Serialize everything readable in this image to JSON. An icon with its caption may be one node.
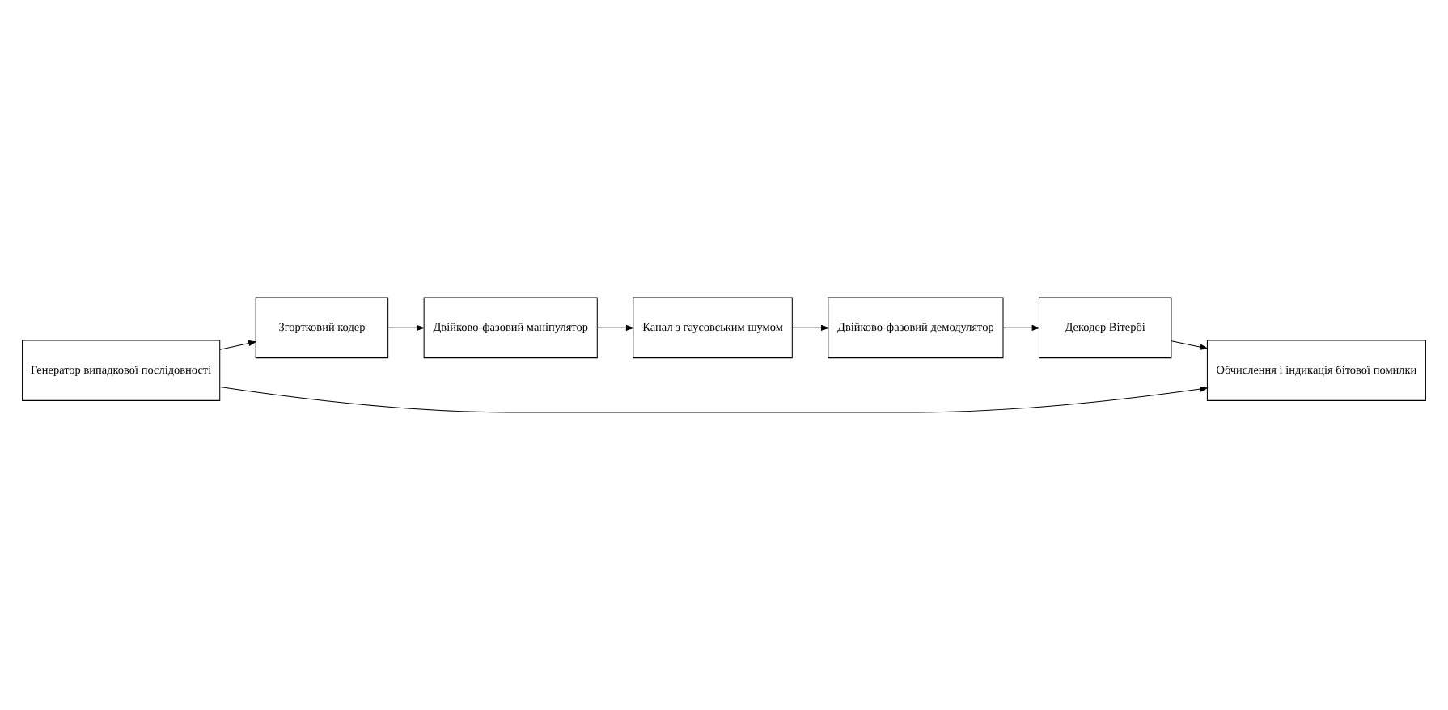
{
  "diagram": {
    "nodes": [
      {
        "text": [
          "Генератор випадкової послідовності"
        ]
      },
      {
        "text": [
          "Згортковий кодер"
        ]
      },
      {
        "text": [
          "Двійково-фазовий маніпулятор"
        ]
      },
      {
        "text": [
          "Канал з гаусовським шумом"
        ]
      },
      {
        "text": [
          "Обчислення і індикація бітової помилки"
        ]
      },
      {
        "text": [
          "Декодер Вітербі"
        ]
      },
      {
        "text": [
          "Двійково-фазовий демодулятор"
        ]
      }
    ],
    "edges": [
      {
        "from": 0,
        "to": 1,
        "arrow": "to"
      },
      {
        "from": 0,
        "to": 4,
        "arrow": "to"
      },
      {
        "from": 1,
        "to": 2,
        "arrow": "to"
      },
      {
        "from": 2,
        "to": 3,
        "arrow": "to"
      },
      {
        "from": 3,
        "to": 6,
        "arrow": "to"
      },
      {
        "from": 6,
        "to": 5,
        "arrow": "to"
      },
      {
        "from": 5,
        "to": 4,
        "arrow": "to"
      }
    ]
  }
}
